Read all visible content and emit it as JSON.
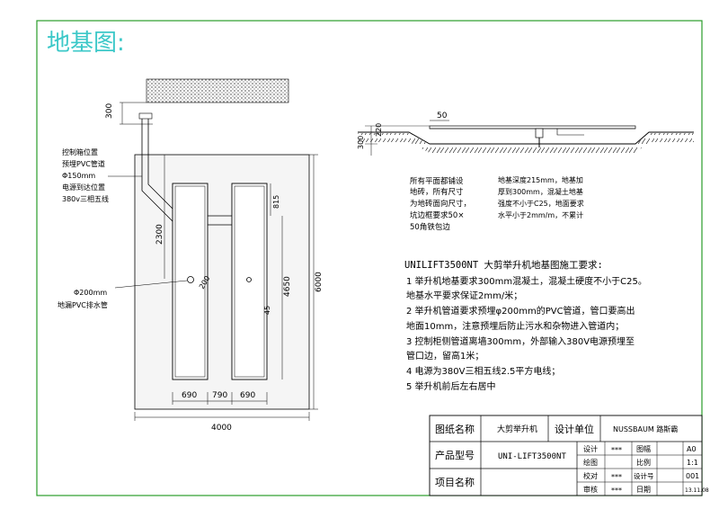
{
  "page_title": "地基图:",
  "plan": {
    "dim_300_top": "300",
    "dim_2300": "2300",
    "dim_815": "815",
    "dim_4650": "4650",
    "dim_6000": "6000",
    "dim_4000": "4000",
    "dim_45": "45",
    "dim_200": "200",
    "bottom_dims": [
      "690",
      "790",
      "690"
    ],
    "label_control_box": [
      "控制箱位置",
      "预埋PVC管道",
      "Φ150mm",
      "电源到达位置",
      "380v三相五线"
    ],
    "label_drain": [
      "Φ200mm",
      "地漏PVC排水管"
    ]
  },
  "section": {
    "dim_50": "50",
    "dim_220": "220",
    "dim_300": "300",
    "note_left": [
      "所有平面都铺设",
      "地砖，所有尺寸",
      "为地砖面向尺寸，",
      "坑边框要求50×",
      "50角铁包边"
    ],
    "note_right": [
      "地基深度215mm，地基加",
      "厚到300mm，混凝土地基",
      "强度不小于C25，地面要求",
      "水平小于2mm/m，不累计"
    ]
  },
  "requirements": {
    "heading": "UNILIFT3500NT 大剪举升机地基图施工要求:",
    "lines": [
      "1 举升机地基要求300mm混凝土，混凝土硬度不小于C25。",
      "地基水平要求保证2mm/米；",
      "2 举升机管道要求预埋φ200mm的PVC管道，管口要高出",
      "地面10mm，注意预埋后防止污水和杂物进入管道内；",
      "3 控制柜侧管道离墙300mm，外部输入380V电源预埋至",
      "管口边，留高1米；",
      "4 电源为380V三相五线2.5平方电线；",
      "5 举升机前后左右居中"
    ]
  },
  "title_block": {
    "drawing_name_label": "图纸名称",
    "drawing_name_value": "大剪举升机",
    "design_unit_label": "设计单位",
    "design_unit_value": "NUSSBAUM 路斯霸",
    "model_label": "产品型号",
    "model_value": "UNI-LIFT3500NT",
    "project_label": "项目名称",
    "project_value": "",
    "small_labels": [
      "设计",
      "绘图",
      "校对",
      "审核"
    ],
    "small_values": [
      "***",
      "",
      "***",
      "***"
    ],
    "right_labels": [
      "图幅",
      "比例",
      "设计号",
      "日期"
    ],
    "right_values": [
      "A0",
      "1:1",
      "001",
      "13.11.08"
    ]
  }
}
